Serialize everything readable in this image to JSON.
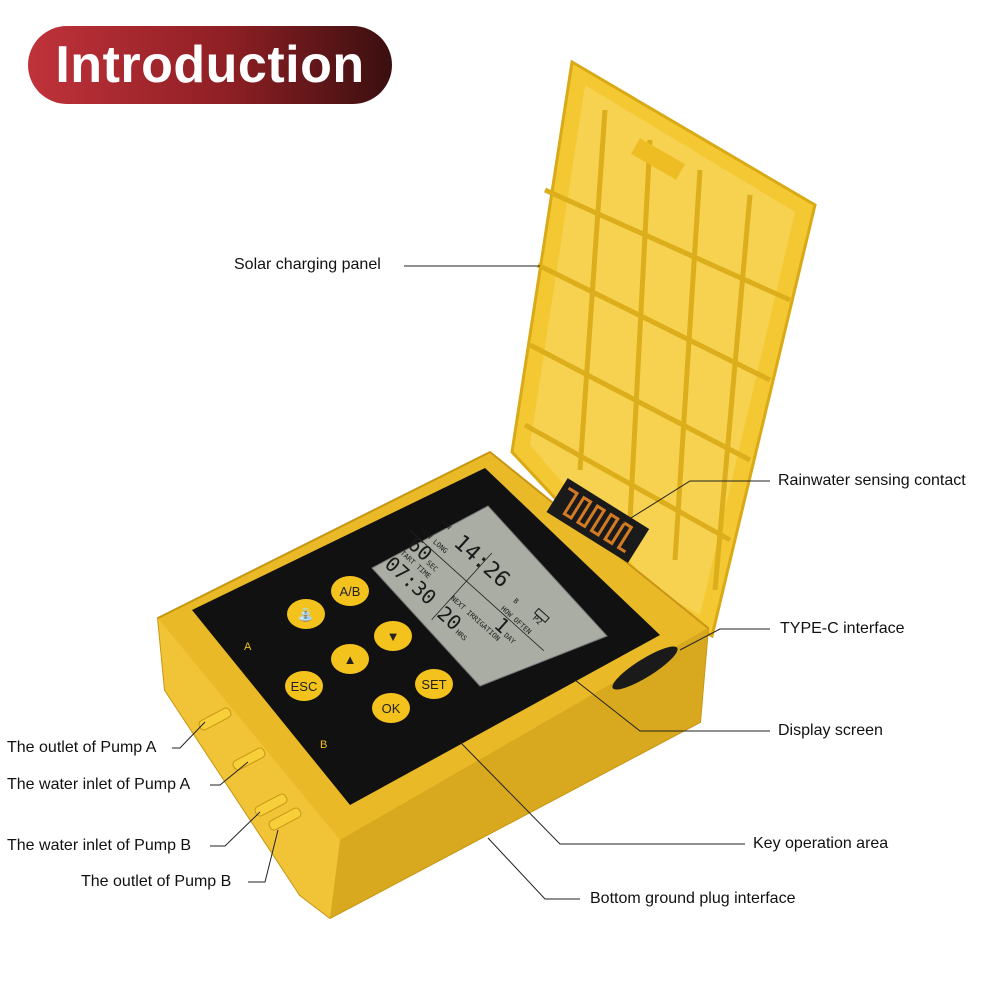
{
  "title": "Introduction",
  "colors": {
    "device_body": "#f2c42e",
    "panel": "#111111",
    "lcd": "#a9ada3",
    "title_start": "#c0323a",
    "title_end": "#3a0f0f"
  },
  "labels": {
    "solar": "Solar charging panel",
    "rain": "Rainwater sensing contact",
    "typec": "TYPE-C interface",
    "display": "Display screen",
    "keys": "Key operation area",
    "ground": "Bottom ground plug interface",
    "outlet_a": "The outlet of Pump A",
    "inlet_a": "The water inlet of Pump A",
    "inlet_b": "The water inlet of Pump B",
    "outlet_b": "The outlet of Pump B"
  },
  "device": {
    "side_marks": {
      "a": "A",
      "b": "B"
    },
    "buttons": {
      "water": "",
      "ab": "A/B",
      "up": "▲",
      "down": "▼",
      "esc": "ESC",
      "set": "SET",
      "ok": "OK"
    },
    "lcd": {
      "now_label": "NOW",
      "now_value": "14:26",
      "how_long_label": "HOW LONG",
      "how_long_value": "60",
      "how_long_unit": "SEC",
      "start_label": "START TIME",
      "start_value": "07:30",
      "next_label": "NEXT IRRIGATION",
      "next_value": "20",
      "next_unit": "HRS",
      "often_label": "HOW OFTEN",
      "often_value": "1",
      "often_unit": "DAY",
      "mode": "B",
      "program": "P2"
    }
  }
}
